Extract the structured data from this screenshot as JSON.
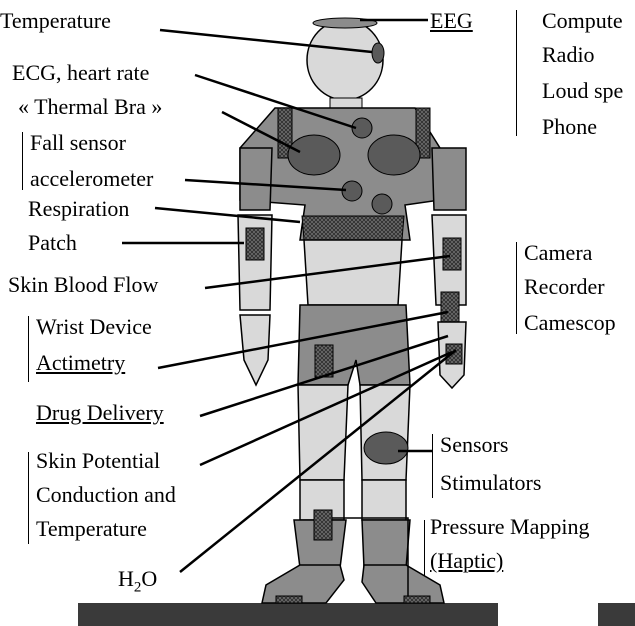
{
  "labels": {
    "temperature": "Temperature",
    "eeg": "EEG",
    "computer": "Compute",
    "radio": "Radio",
    "loud_speaker": "Loud spe",
    "phone": "Phone",
    "ecg": "ECG, heart rate",
    "thermal_bra": "« Thermal Bra »",
    "fall_sensor": "Fall sensor",
    "accelerometer": "accelerometer",
    "respiration": "Respiration",
    "patch": "Patch",
    "camera": "Camera",
    "recorder": "Recorder",
    "camescope": "Camescop",
    "skin_blood_flow": "Skin Blood Flow",
    "wrist_device": "Wrist Device",
    "actimetry": "Actimetry",
    "drug_delivery": "Drug Delivery",
    "skin_potential": "Skin Potential",
    "conduction": "Conduction and",
    "temperature2": "Temperature",
    "sensors": "Sensors",
    "stimulators": "Stimulators",
    "pressure_mapping": "Pressure Mapping",
    "haptic": "(Haptic)",
    "h2o_base": "H",
    "h2o_sub": "2",
    "h2o_tail": "O"
  },
  "colors": {
    "dark_gray": "#8c8c8c",
    "light_gray": "#d9d9d9",
    "sensor": "#5a5a5a",
    "floor": "#3a3a3a"
  }
}
